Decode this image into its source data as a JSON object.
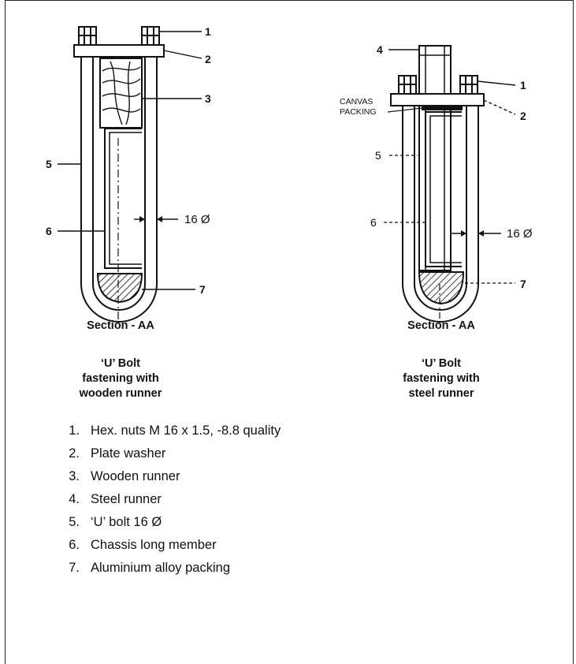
{
  "left_diagram": {
    "callouts": [
      "1",
      "2",
      "3",
      "5",
      "6",
      "7"
    ],
    "dimension": "16 Ø",
    "section_title": "Section - AA",
    "caption_lines": [
      "‘U’ Bolt",
      "fastening with",
      "wooden runner"
    ]
  },
  "right_diagram": {
    "callouts": [
      "4",
      "1",
      "2",
      "5",
      "6",
      "7"
    ],
    "canvas_label_lines": [
      "CANVAS",
      "PACKING"
    ],
    "dimension": "16 Ø",
    "section_title": "Section - AA",
    "caption_lines": [
      "‘U’ Bolt",
      "fastening with",
      "steel runner"
    ]
  },
  "legend": [
    {
      "num": "1.",
      "text": "Hex. nuts M 16 x 1.5, -8.8 quality"
    },
    {
      "num": "2.",
      "text": "Plate washer"
    },
    {
      "num": "3.",
      "text": "Wooden runner"
    },
    {
      "num": "4.",
      "text": "Steel runner"
    },
    {
      "num": "5.",
      "text": "‘U’ bolt 16 Ø"
    },
    {
      "num": "6.",
      "text": "Chassis long member"
    },
    {
      "num": "7.",
      "text": "Aluminium alloy packing"
    }
  ]
}
